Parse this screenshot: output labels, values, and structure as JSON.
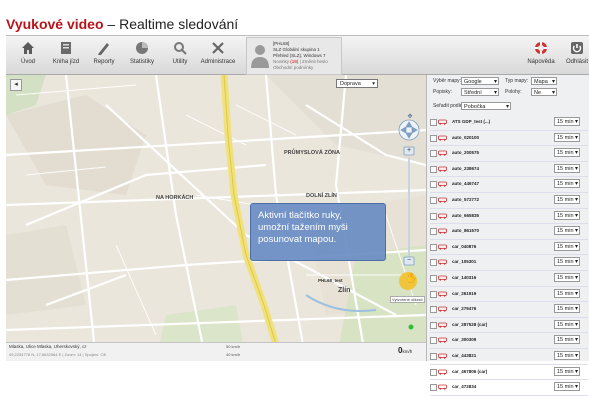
{
  "heading": {
    "highlight": "Vyukové video",
    "rest": " – Realtime sledování"
  },
  "toolbar": {
    "items": [
      {
        "label": "Úvod",
        "icon": "home-icon"
      },
      {
        "label": "Kniha jízd",
        "icon": "book-icon"
      },
      {
        "label": "Reporty",
        "icon": "pen-icon"
      },
      {
        "label": "Statistiky",
        "icon": "stats-icon"
      },
      {
        "label": "Utility",
        "icon": "magnifier-icon"
      },
      {
        "label": "Administrace",
        "icon": "tools-icon"
      }
    ],
    "right_items": [
      {
        "label": "Nápověda",
        "icon": "lifebuoy-icon"
      },
      {
        "label": "Odhlásit",
        "icon": "power-icon"
      }
    ]
  },
  "user": {
    "line1": "[PHL68]",
    "line2": "SLZ Globální skupina 1",
    "line3": "Přehled (SLZ), Windows 7",
    "line4_prefix": "Novinky",
    "line4_count": "(19)",
    "line4_suffix": "| Změnit heslo",
    "line5": "Obchodní podmínky"
  },
  "map": {
    "dopravy_label": "Doprava",
    "labels": [
      "PRŮMYSLOVÁ ZÓNA",
      "NA HORKÁCH",
      "DOLNÍ ZLÍN",
      "Zlín"
    ],
    "marker_label": "PHL68_test",
    "hover_label": "Vytvořené oblasti"
  },
  "tooltip": {
    "line1": "Aktivní tlačítko ruky,",
    "line2": "umožní tažením myši",
    "line3": "posunovat mapou."
  },
  "sidebar": {
    "map_type_label": "Výběr mapy:",
    "map_type_value": "Google",
    "map_kind_label": "Typ mapy:",
    "map_kind_value": "Mapa",
    "popisky_label": "Popisky:",
    "popisky_value": "Střední",
    "polohy_label": "Polohy:",
    "polohy_value": "Ne",
    "filter_label": "Seřadit podle:",
    "filter_value": "Pobočka",
    "vehicles": [
      {
        "name": "ATS GDP_test (...)",
        "interval": "15 min"
      },
      {
        "name": "auto_020100",
        "interval": "15 min"
      },
      {
        "name": "auto_200575",
        "interval": "15 min"
      },
      {
        "name": "auto_238674",
        "interval": "15 min"
      },
      {
        "name": "auto_446747",
        "interval": "15 min"
      },
      {
        "name": "auto_572772",
        "interval": "15 min"
      },
      {
        "name": "auto_665835",
        "interval": "15 min"
      },
      {
        "name": "auto_861570",
        "interval": "15 min"
      },
      {
        "name": "car_040876",
        "interval": "15 min"
      },
      {
        "name": "car_105301",
        "interval": "15 min"
      },
      {
        "name": "car_140316",
        "interval": "15 min"
      },
      {
        "name": "car_261919",
        "interval": "15 min"
      },
      {
        "name": "car_279476",
        "interval": "15 min"
      },
      {
        "name": "car_287528 (car)",
        "interval": "15 min"
      },
      {
        "name": "car_300309",
        "interval": "15 min"
      },
      {
        "name": "car_443821",
        "interval": "15 min"
      },
      {
        "name": "car_467806 (car)",
        "interval": "15 min"
      },
      {
        "name": "car_472834",
        "interval": "15 min"
      }
    ]
  },
  "status": {
    "address": "Mlaska, Ulice Mlaska, Uherskovský, cz",
    "coords": "49,2254778 N, 17,6632584 E | Zoom: 14 | Spojení: OK",
    "scale_top": "50 km/h",
    "scale_bottom": "40 km/h",
    "speed_value": "0",
    "speed_unit": "km/h"
  }
}
